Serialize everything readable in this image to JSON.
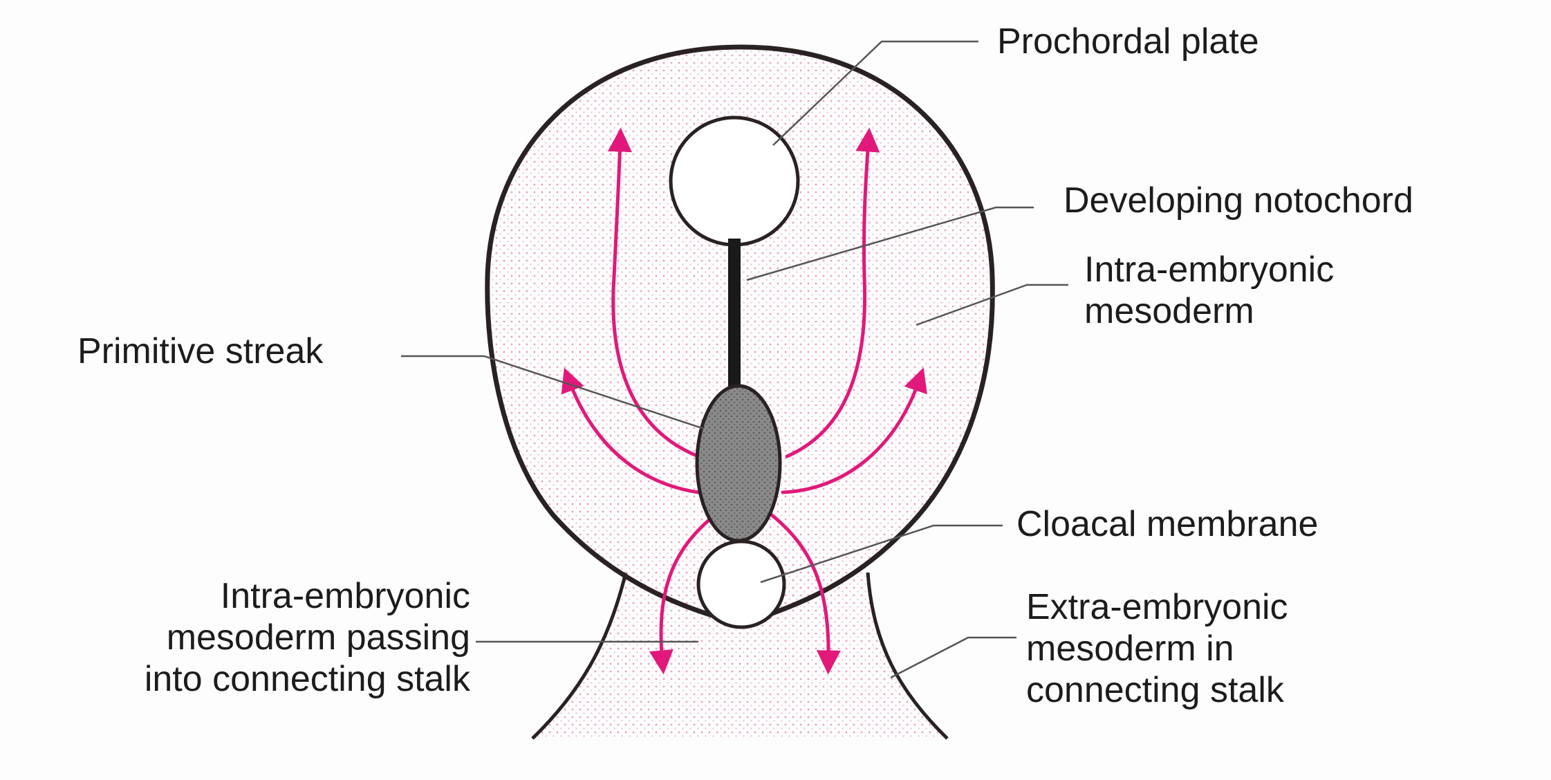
{
  "labels": {
    "prochordal_plate": "Prochordal plate",
    "developing_notochord": "Developing notochord",
    "intra_mesoderm_line1": "Intra-embryonic",
    "intra_mesoderm_line2": "mesoderm",
    "primitive_streak": "Primitive streak",
    "cloacal_membrane": "Cloacal membrane",
    "passing_line1": "Intra-embryonic",
    "passing_line2": "mesoderm passing",
    "passing_line3": "into connecting stalk",
    "extra_line1": "Extra-embryonic",
    "extra_line2": "mesoderm in",
    "extra_line3": "connecting stalk"
  },
  "colors": {
    "outline": "#2a2222",
    "arrow": "#e0197a",
    "stipple": "#e9a0c4",
    "primitive_streak_fill": "#8a8a8a",
    "leader_line": "#555555"
  }
}
